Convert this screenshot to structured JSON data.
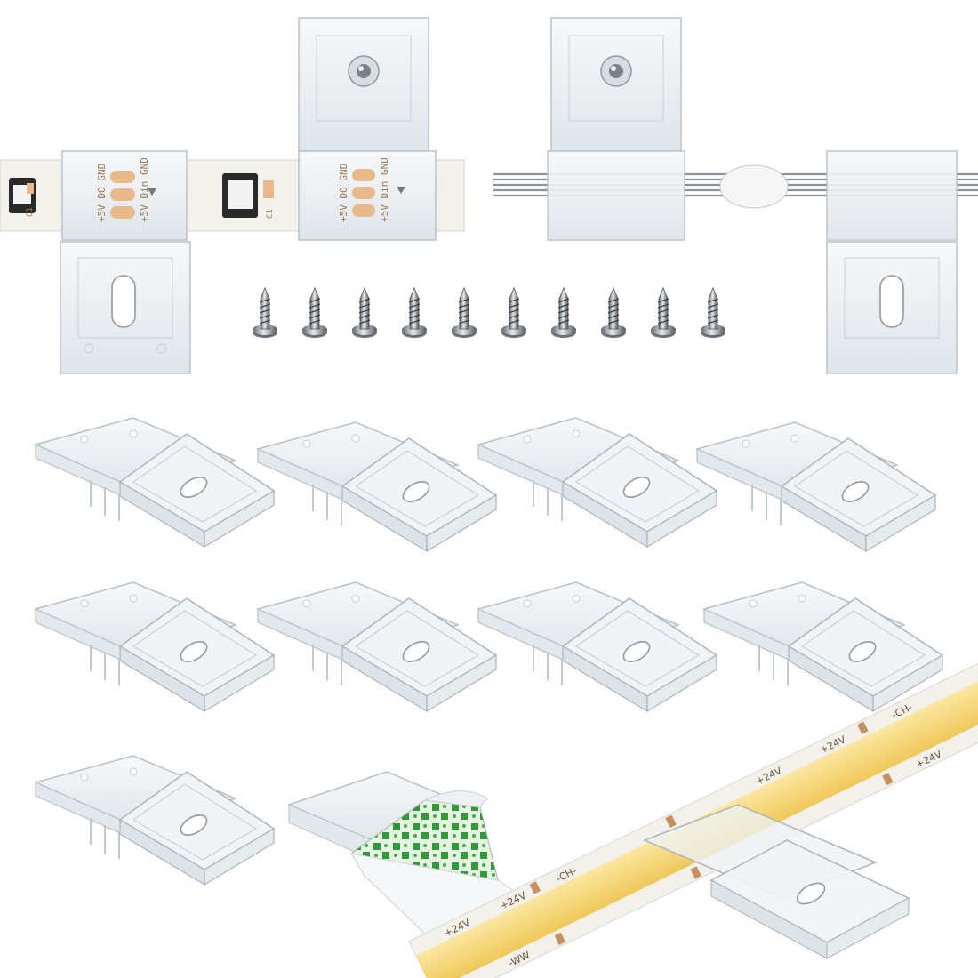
{
  "product": {
    "clip_count": 10,
    "screw_count": 10
  },
  "pcb_labels": {
    "pad_a": [
      "+5V",
      "DO",
      "GND"
    ],
    "pad_b": [
      "+5V",
      "Din",
      "GND"
    ],
    "component": "C1"
  },
  "cob_strip_labels": {
    "voltage": "+24V",
    "cut": "-CH-",
    "cut2": "-WW"
  },
  "colors": {
    "clip_tint": "#e9eef2",
    "clip_edge": "#b7c1c8",
    "strip_base": "#f3f1ec",
    "pad_copper": "#e8b98a",
    "cob_yellow": "#f4d36b",
    "adhesive_green": "#2e9a3a",
    "screw_metal": "#8a9096"
  }
}
